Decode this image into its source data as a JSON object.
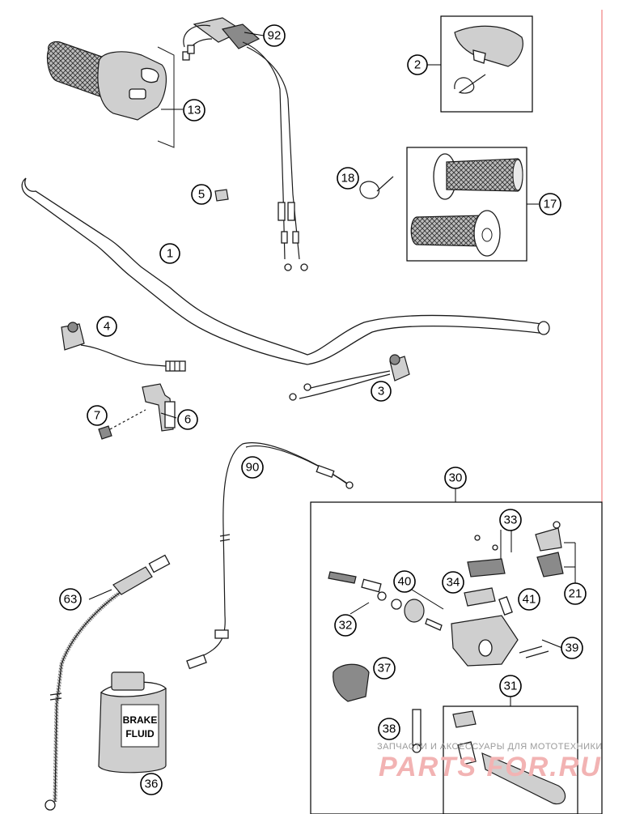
{
  "callouts": {
    "c1": "1",
    "c2": "2",
    "c3": "3",
    "c4": "4",
    "c5": "5",
    "c6": "6",
    "c7": "7",
    "c13": "13",
    "c17": "17",
    "c18": "18",
    "c21": "21",
    "c30": "30",
    "c31": "31",
    "c32": "32",
    "c33": "33",
    "c34": "34",
    "c36": "36",
    "c37": "37",
    "c38": "38",
    "c39": "39",
    "c40": "40",
    "c41": "41",
    "c63": "63",
    "c90": "90",
    "c92": "92"
  },
  "brake_fluid": {
    "line1": "BRAKE",
    "line2": "FLUID"
  },
  "watermark": {
    "subtitle": "ЗАПЧАСТИ И АКСЕССУАРЫ ДЛЯ МОТОТЕХНИКИ",
    "brand": "PARTS FOR.RU"
  },
  "colors": {
    "margin_line": "#f08080",
    "watermark_brand": "#f2b3b3"
  }
}
